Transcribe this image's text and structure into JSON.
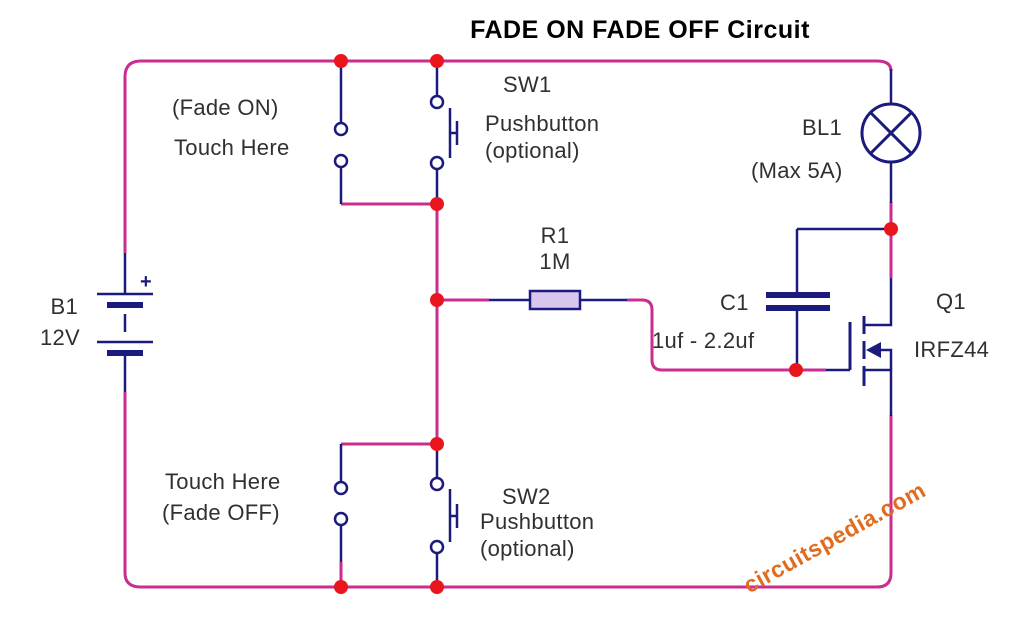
{
  "title": "FADE ON FADE OFF Circuit",
  "watermark": "circuitspedia.com",
  "colors": {
    "wire_pink": "#c92d90",
    "wire_navy": "#1b1b7e",
    "junction_red": "#e9151d",
    "resistor_fill": "#d9c6ee",
    "watermark_orange": "#e06d1f",
    "label_text": "#303030",
    "title_text": "#000000"
  },
  "components": {
    "battery": {
      "ref": "B1",
      "value": "12V",
      "polarity": "+"
    },
    "touch_on": {
      "line1": "(Fade ON)",
      "line2": "Touch Here"
    },
    "sw1": {
      "ref": "SW1",
      "type": "Pushbutton",
      "note": "(optional)"
    },
    "touch_off": {
      "line1": "Touch Here",
      "line2": "(Fade OFF)"
    },
    "sw2": {
      "ref": "SW2",
      "type": "Pushbutton",
      "note": "(optional)"
    },
    "resistor_r1": {
      "ref": "R1",
      "value": "1M"
    },
    "capacitor_c1": {
      "ref": "C1",
      "value": "1uf - 2.2uf"
    },
    "mosfet_q1": {
      "ref": "Q1",
      "value": "IRFZ44"
    },
    "lamp_bl1": {
      "ref": "BL1",
      "value": "(Max 5A)"
    }
  }
}
